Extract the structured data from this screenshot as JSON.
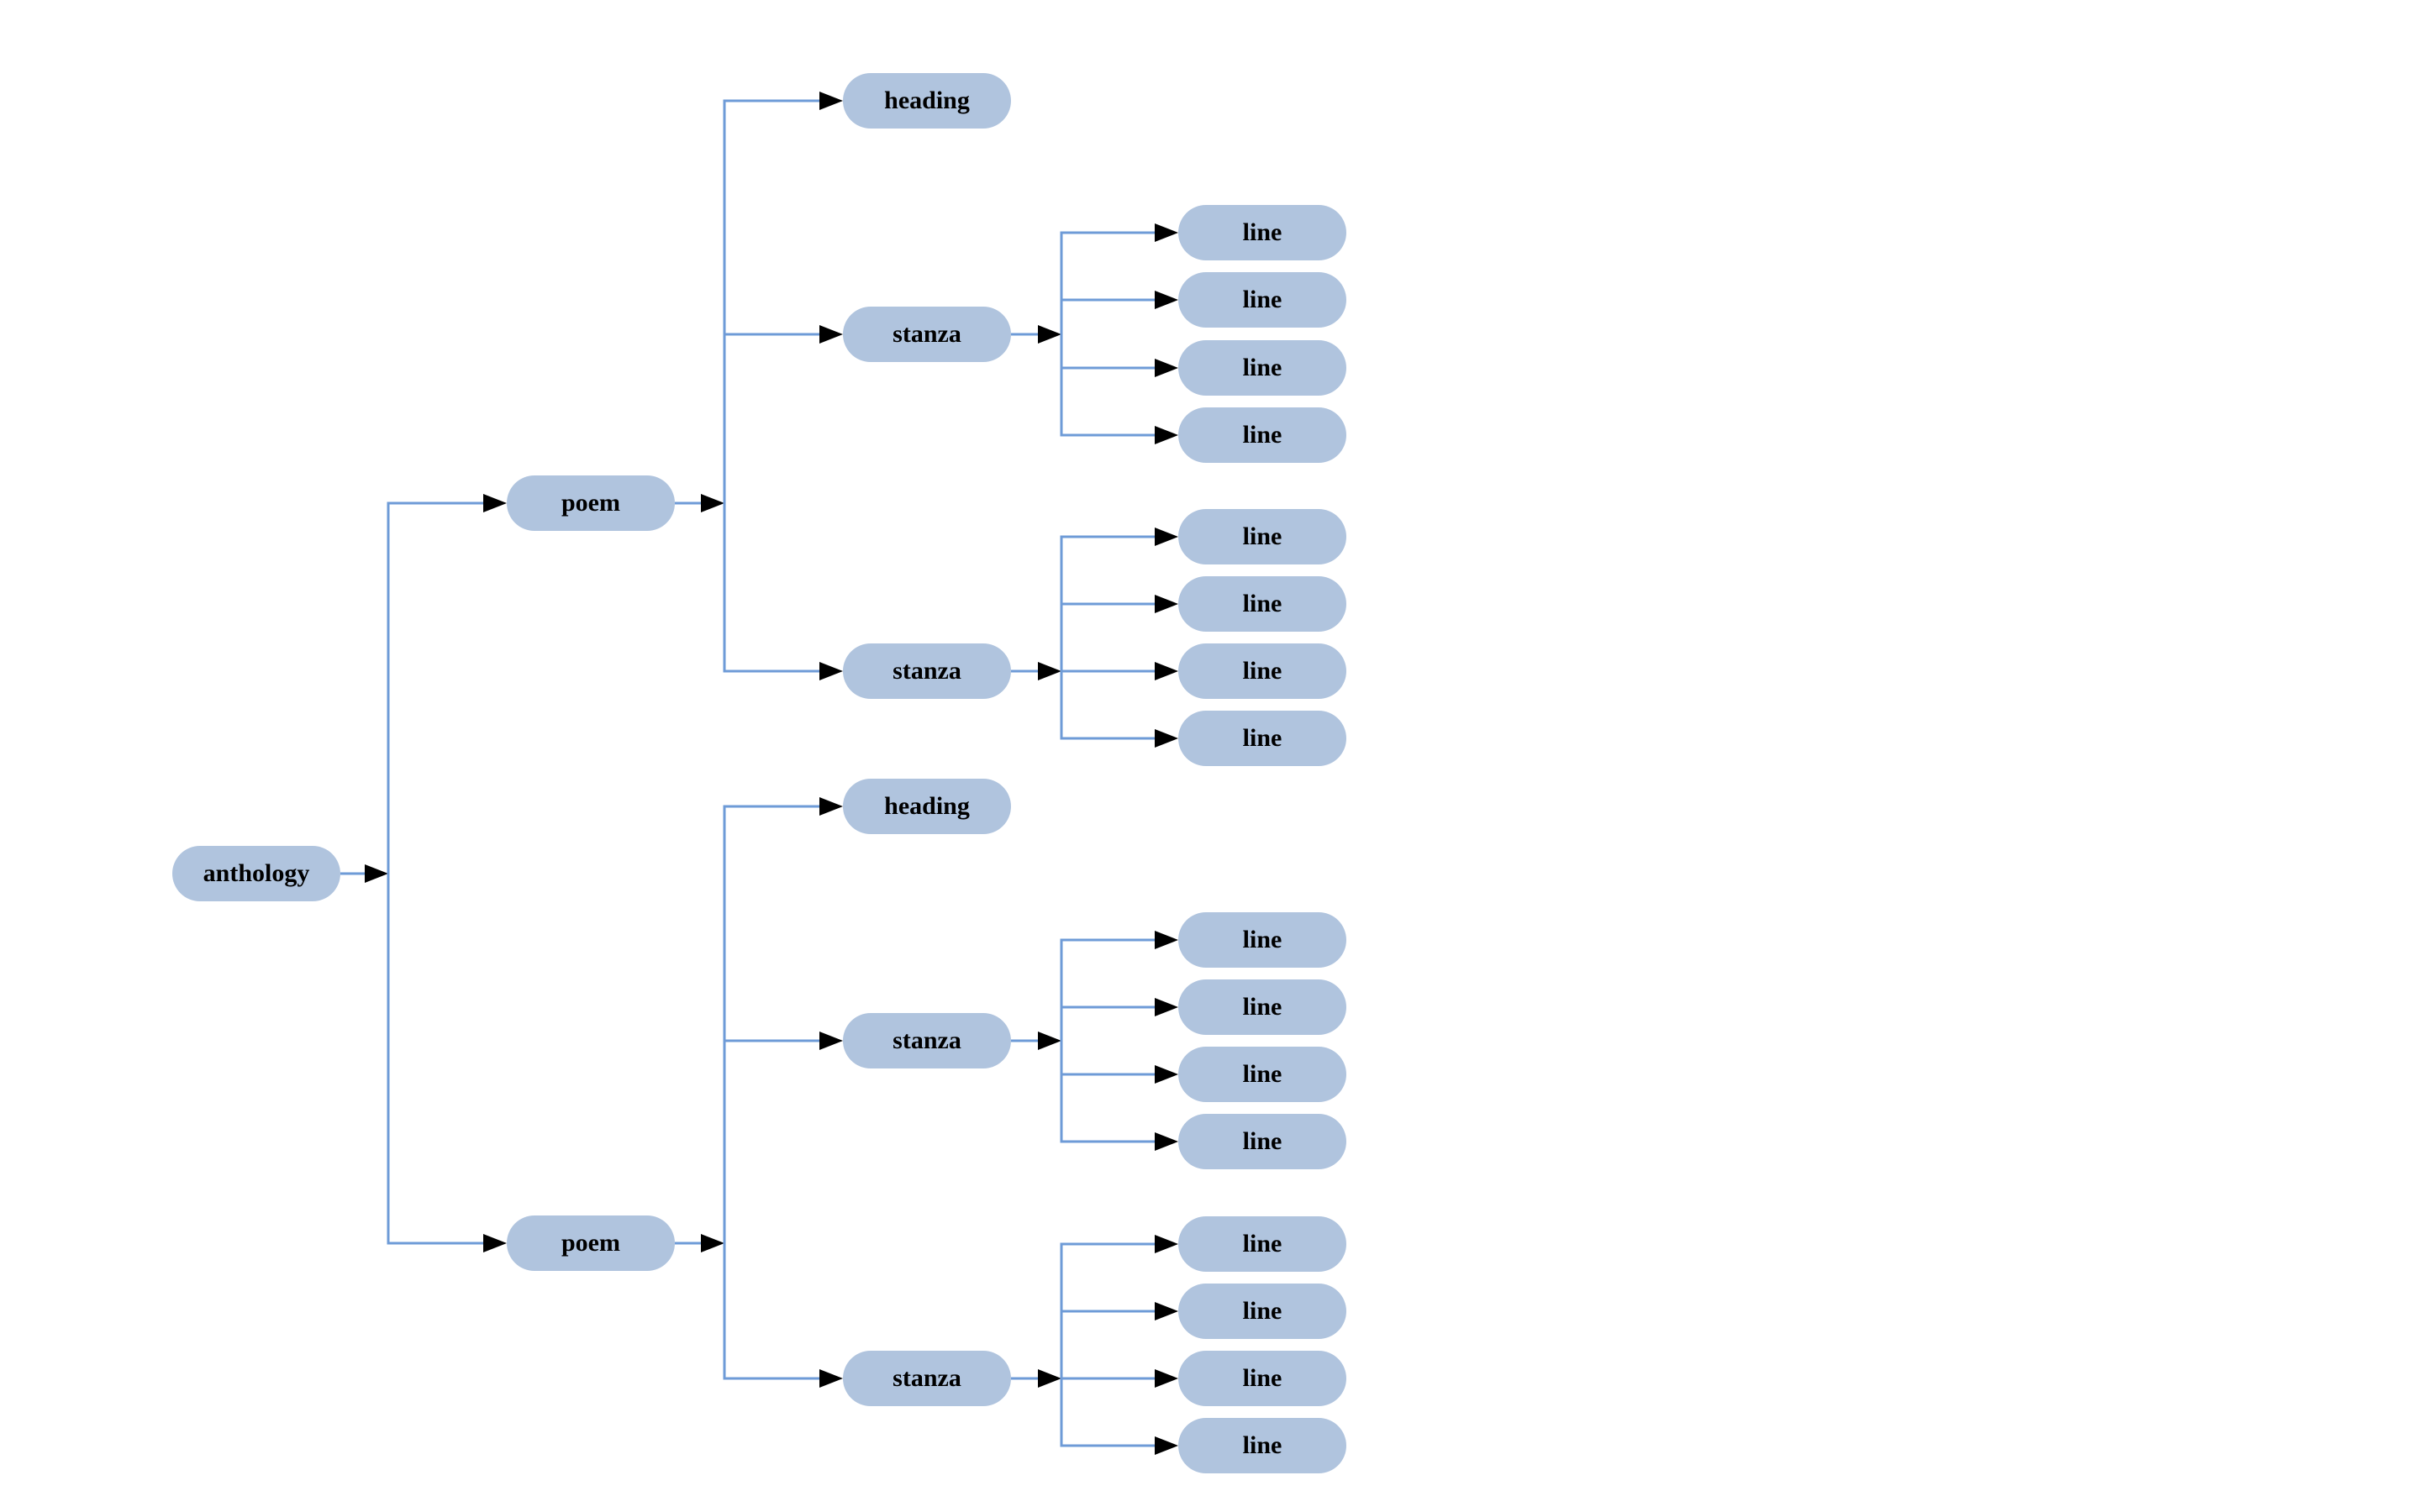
{
  "diagram": {
    "type": "tree",
    "orientation": "left-to-right",
    "tree": {
      "label": "anthology",
      "children": [
        {
          "label": "poem",
          "children": [
            {
              "label": "heading",
              "children": []
            },
            {
              "label": "stanza",
              "children": [
                {
                  "label": "line"
                },
                {
                  "label": "line"
                },
                {
                  "label": "line"
                },
                {
                  "label": "line"
                }
              ]
            },
            {
              "label": "stanza",
              "children": [
                {
                  "label": "line"
                },
                {
                  "label": "line"
                },
                {
                  "label": "line"
                },
                {
                  "label": "line"
                }
              ]
            }
          ]
        },
        {
          "label": "poem",
          "children": [
            {
              "label": "heading",
              "children": []
            },
            {
              "label": "stanza",
              "children": [
                {
                  "label": "line"
                },
                {
                  "label": "line"
                },
                {
                  "label": "line"
                },
                {
                  "label": "line"
                }
              ]
            },
            {
              "label": "stanza",
              "children": [
                {
                  "label": "line"
                },
                {
                  "label": "line"
                },
                {
                  "label": "line"
                },
                {
                  "label": "line"
                }
              ]
            }
          ]
        }
      ]
    },
    "colors": {
      "background": "#ffffff",
      "node_fill": "#b0c4de",
      "node_text": "#000000",
      "edge_line": "#6e9bd7",
      "arrowhead": "#000000"
    }
  }
}
